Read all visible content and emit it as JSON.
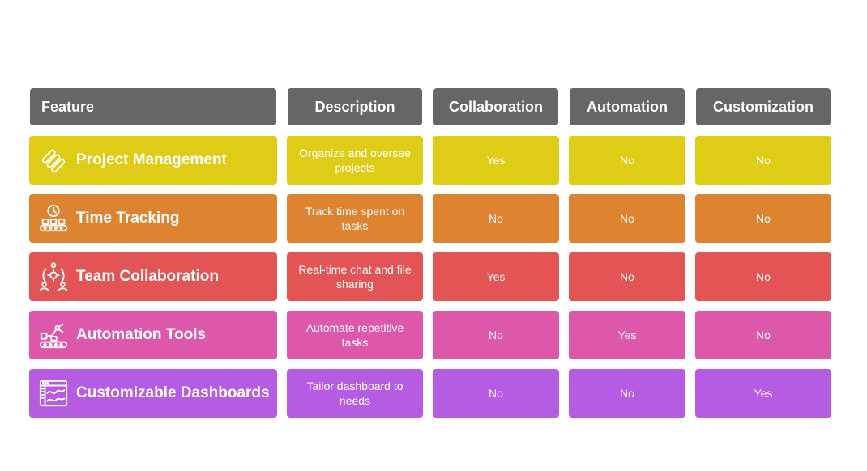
{
  "headers": {
    "feature": "Feature",
    "description": "Description",
    "collaboration": "Collaboration",
    "automation": "Automation",
    "customization": "Customization"
  },
  "colors": {
    "header": "#666666",
    "rows": [
      "#dfcc17",
      "#de8431",
      "#e35555",
      "#dd58aa",
      "#b65ce3"
    ]
  },
  "rows": [
    {
      "feature": "Project Management",
      "icon": "project-management-icon",
      "description": "Organize and oversee projects",
      "collaboration": "Yes",
      "automation": "No",
      "customization": "No"
    },
    {
      "feature": "Time Tracking",
      "icon": "time-tracking-icon",
      "description": "Track time spent on tasks",
      "collaboration": "No",
      "automation": "No",
      "customization": "No"
    },
    {
      "feature": "Team Collaboration",
      "icon": "team-collaboration-icon",
      "description": "Real-time chat and file sharing",
      "collaboration": "Yes",
      "automation": "No",
      "customization": "No"
    },
    {
      "feature": "Automation Tools",
      "icon": "automation-tools-icon",
      "description": "Automate repetitive tasks",
      "collaboration": "No",
      "automation": "Yes",
      "customization": "No"
    },
    {
      "feature": "Customizable Dashboards",
      "icon": "dashboard-icon",
      "description": "Tailor dashboard to needs",
      "collaboration": "No",
      "automation": "No",
      "customization": "Yes"
    }
  ]
}
